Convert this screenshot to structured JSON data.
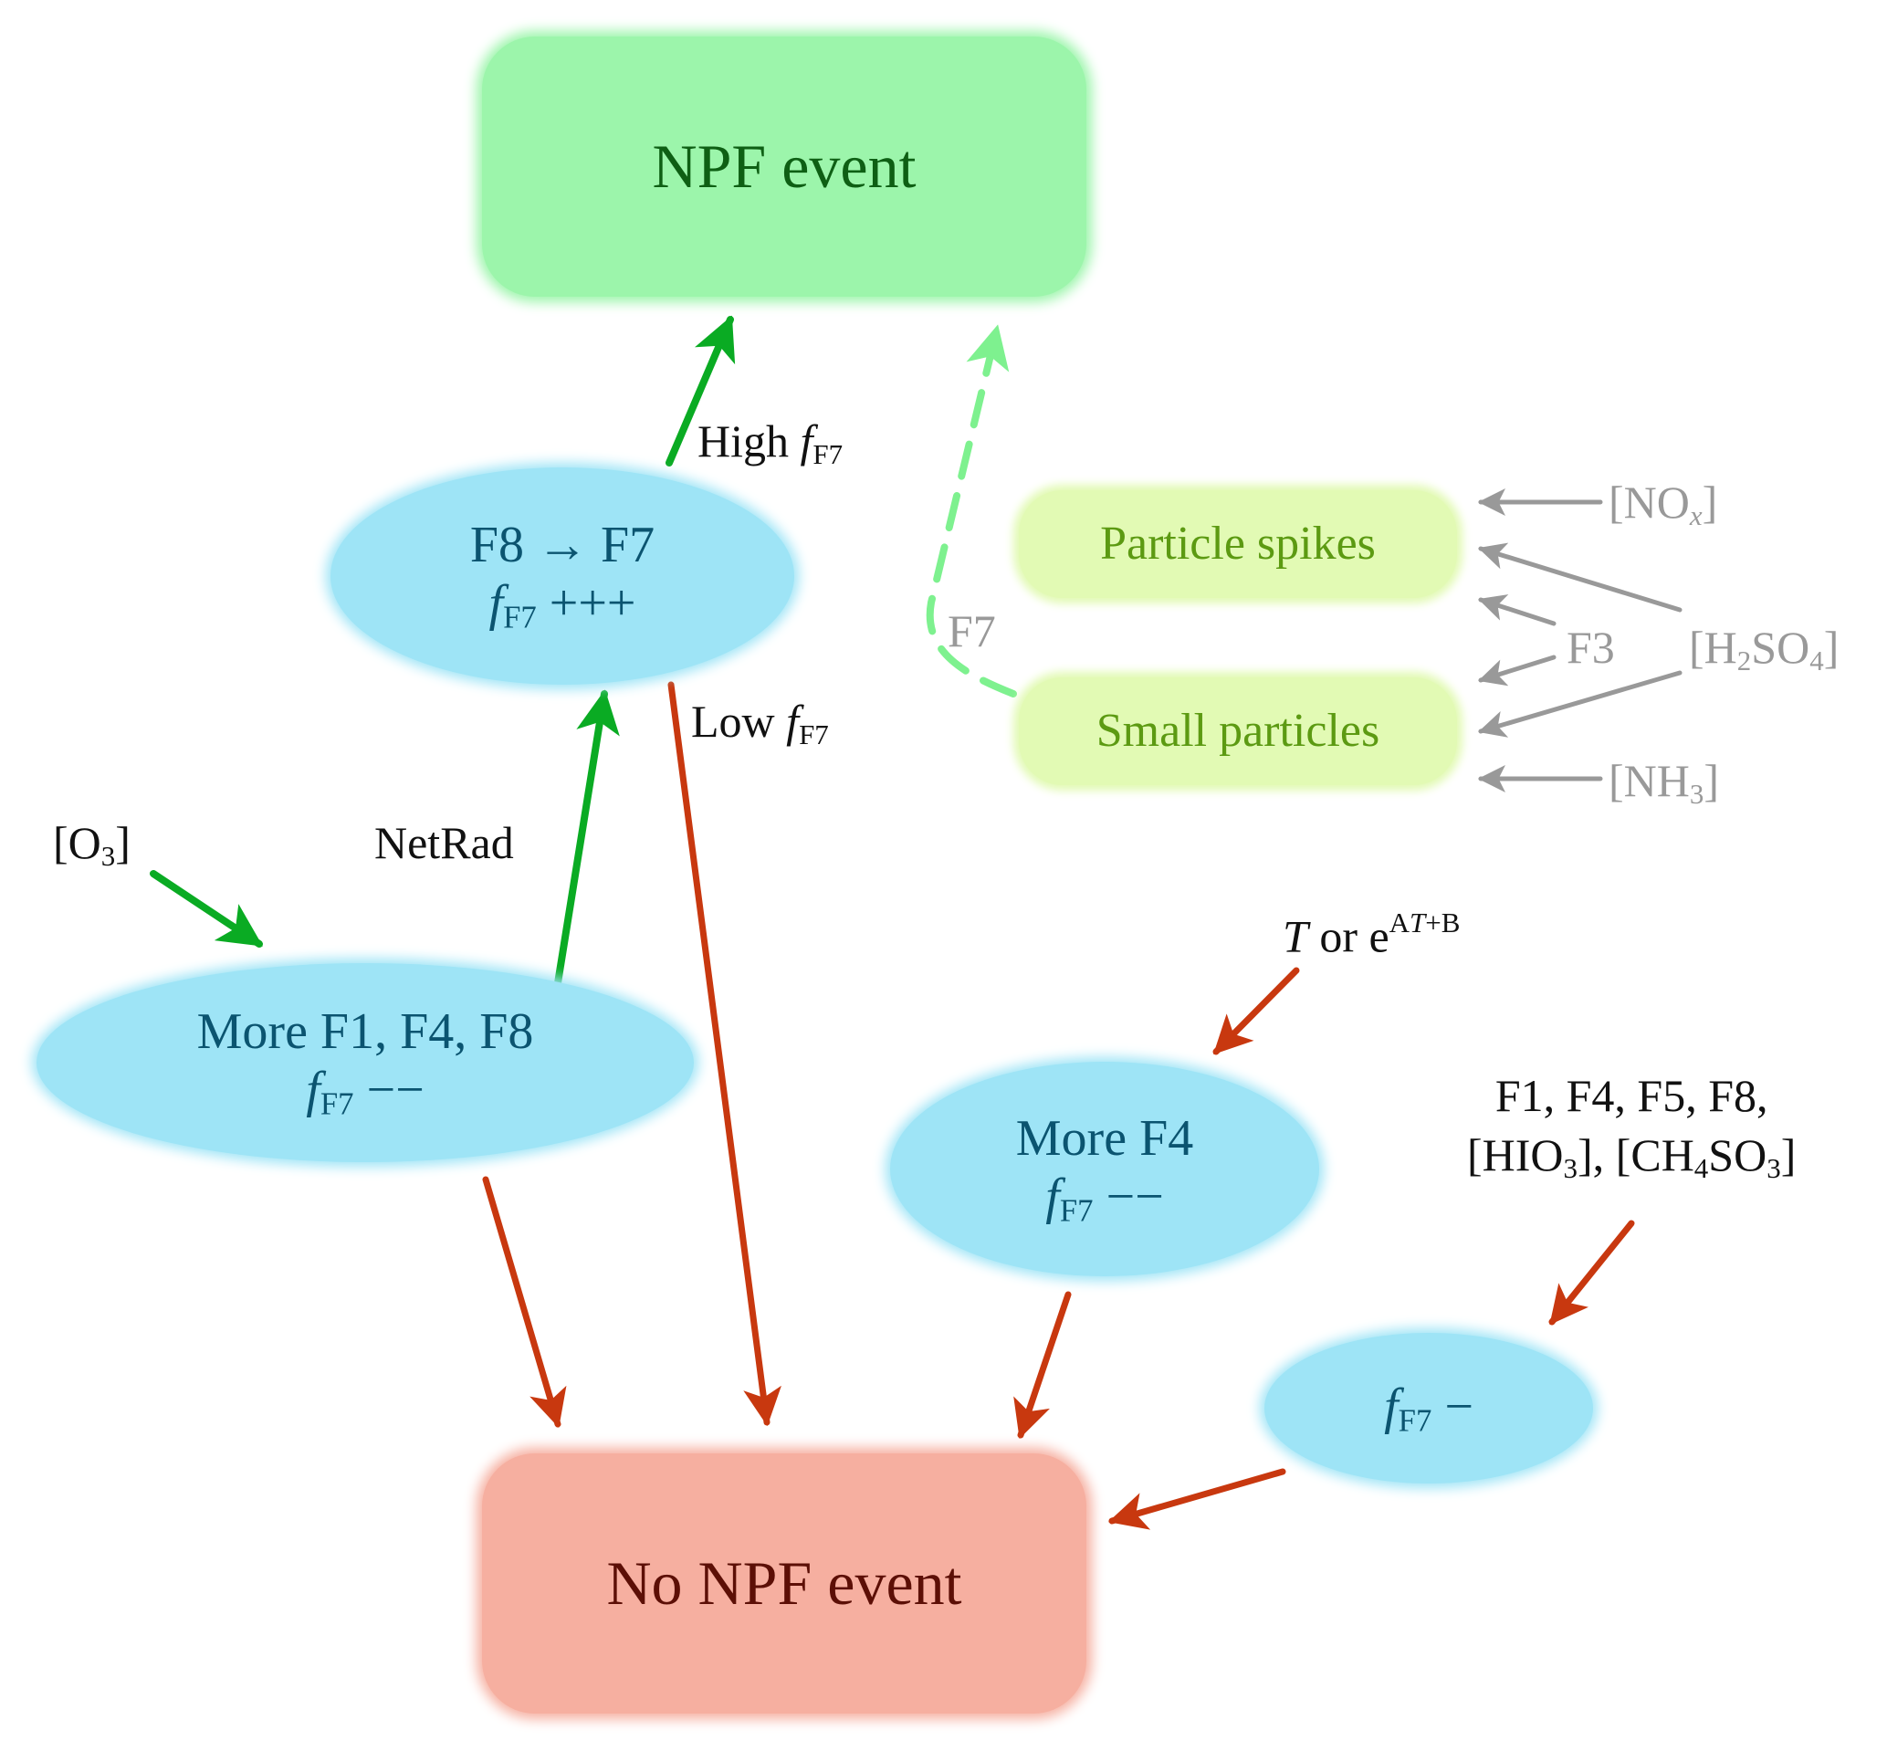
{
  "diagram": {
    "title": "NPF event pathway diagram",
    "colors": {
      "npf_box": "#9cf5ab",
      "npf_text": "#0e5f14",
      "no_npf_box": "#f6afa0",
      "no_npf_text": "#5c0f06",
      "ellipse_fill": "#9ee4f6",
      "ellipse_text": "#0b5470",
      "pill_fill": "#e2fab4",
      "pill_text": "#5c9a12",
      "arrow_green": "#0aab23",
      "arrow_light_green": "#7ef18f",
      "arrow_red": "#c8380f",
      "arrow_grey": "#999999"
    },
    "nodes": {
      "npf_event": {
        "label": "NPF event"
      },
      "no_npf_event": {
        "label": "No NPF event"
      },
      "f8_to_f7": {
        "line1": "F8 → F7",
        "f": "f",
        "sub": "F7",
        "suffix": " +++"
      },
      "more_f1_f4_f8": {
        "line1": "More F1, F4, F8",
        "f": "f",
        "sub": "F7",
        "suffix": " −−"
      },
      "more_f4": {
        "line1": "More F4",
        "f": "f",
        "sub": "F7",
        "suffix": " −−"
      },
      "ff7_minus": {
        "f": "f",
        "sub": "F7",
        "suffix": " −"
      },
      "particle_spikes": {
        "label": "Particle spikes"
      },
      "small_particles": {
        "label": "Small particles"
      }
    },
    "labels": {
      "high_ff7": {
        "prefix": "High ",
        "f": "f",
        "sub": "F7"
      },
      "low_ff7": {
        "prefix": "Low ",
        "f": "f",
        "sub": "F7"
      },
      "netrad": "NetRad",
      "o3": {
        "open": "[O",
        "sub": "3",
        "close": "]"
      },
      "f7_dashed": "F7",
      "nox": {
        "open": "[NO",
        "sub": "x",
        "close": "]"
      },
      "f3": "F3",
      "h2so4": {
        "open": "[H",
        "sub1": "2",
        "mid": "SO",
        "sub2": "4",
        "close": "]"
      },
      "nh3": {
        "open": "[NH",
        "sub": "3",
        "close": "]"
      },
      "temperature": {
        "T": "T",
        "or": " or e",
        "sup_a": "A",
        "sup_t": "T",
        "sup_rest": "+B"
      },
      "factors_line1": "F1, F4, F5, F8,",
      "factors_line2": {
        "hio3_open": "[HIO",
        "hio3_sub": "3",
        "hio3_close": "], ",
        "ch4_open": "[CH",
        "ch4_sub": "4",
        "ch4_mid": "SO",
        "ch4_sub2": "3",
        "ch4_close": "]"
      }
    },
    "edges": [
      {
        "from": "f8_to_f7",
        "to": "npf_event",
        "label": "High f_F7",
        "color": "green",
        "style": "solid"
      },
      {
        "from": "f8_to_f7",
        "to": "no_npf_event",
        "label": "Low f_F7",
        "color": "red",
        "style": "solid"
      },
      {
        "from": "more_f1_f4_f8",
        "to": "f8_to_f7",
        "label": "NetRad",
        "color": "green",
        "style": "solid"
      },
      {
        "from": "o3",
        "to": "more_f1_f4_f8",
        "color": "green",
        "style": "solid"
      },
      {
        "from": "more_f1_f4_f8",
        "to": "no_npf_event",
        "color": "red",
        "style": "solid"
      },
      {
        "from": "small_particles",
        "to": "npf_event",
        "label": "F7",
        "color": "light-green",
        "style": "dashed"
      },
      {
        "from": "temperature",
        "to": "more_f4",
        "color": "red",
        "style": "solid"
      },
      {
        "from": "more_f4",
        "to": "no_npf_event",
        "color": "red",
        "style": "solid"
      },
      {
        "from": "factors",
        "to": "ff7_minus",
        "color": "red",
        "style": "solid"
      },
      {
        "from": "ff7_minus",
        "to": "no_npf_event",
        "color": "red",
        "style": "solid"
      },
      {
        "from": "nox",
        "to": "particle_spikes",
        "color": "grey",
        "style": "solid"
      },
      {
        "from": "h2so4",
        "to": "particle_spikes",
        "color": "grey",
        "style": "solid"
      },
      {
        "from": "f3",
        "to": "particle_spikes",
        "color": "grey",
        "style": "solid"
      },
      {
        "from": "f3",
        "to": "small_particles",
        "color": "grey",
        "style": "solid"
      },
      {
        "from": "h2so4",
        "to": "small_particles",
        "color": "grey",
        "style": "solid"
      },
      {
        "from": "nh3",
        "to": "small_particles",
        "color": "grey",
        "style": "solid"
      }
    ]
  }
}
